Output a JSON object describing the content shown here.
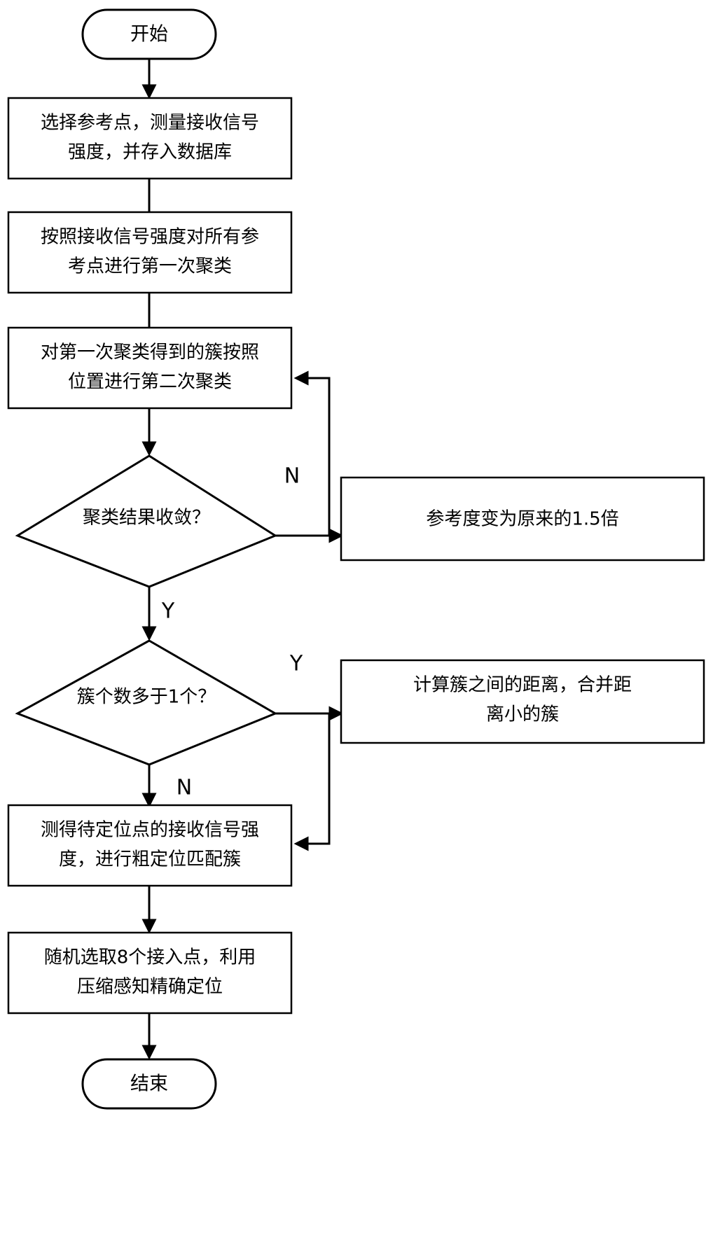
{
  "diagram": {
    "type": "flowchart",
    "title": "",
    "language": "zh-CN",
    "colors": {
      "background": "#ffffff",
      "stroke": "#000000",
      "fill": "#ffffff",
      "text": "#000000"
    },
    "nodes": {
      "start": {
        "shape": "terminator",
        "label": "开始"
      },
      "step1": {
        "shape": "process",
        "line1": "选择参考点，测量接收信号",
        "line2": "强度，并存入数据库"
      },
      "step2": {
        "shape": "process",
        "line1": "按照接收信号强度对所有参",
        "line2": "考点进行第一次聚类"
      },
      "step3": {
        "shape": "process",
        "line1": "对第一次聚类得到的簇按照",
        "line2": "位置进行第二次聚类"
      },
      "decision1": {
        "shape": "decision",
        "label": "聚类结果收敛？"
      },
      "side1": {
        "shape": "process",
        "line1": "参考度变为原来的1.5倍",
        "line2": ""
      },
      "decision2": {
        "shape": "decision",
        "label": "簇个数多于1个？"
      },
      "side2": {
        "shape": "process",
        "line1": "计算簇之间的距离，合并距",
        "line2": "离小的簇"
      },
      "step4": {
        "shape": "process",
        "line1": "测得待定位点的接收信号强",
        "line2": "度，进行粗定位匹配簇"
      },
      "step5": {
        "shape": "process",
        "line1": "随机选取8个接入点，利用",
        "line2": "压缩感知精确定位"
      },
      "end": {
        "shape": "terminator",
        "label": "结束"
      }
    },
    "edge_labels": {
      "d1_no": "N",
      "d1_yes": "Y",
      "d2_yes": "Y",
      "d2_no": "N"
    }
  }
}
